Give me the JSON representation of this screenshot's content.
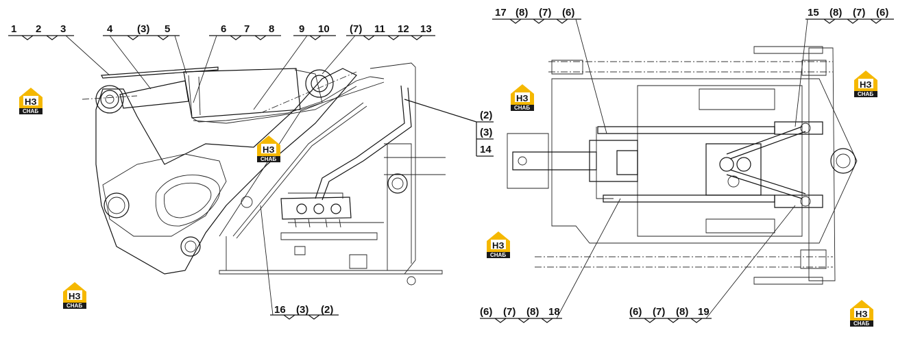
{
  "left_view": {
    "top_labels": [
      {
        "text": "1"
      },
      {
        "text": "2"
      },
      {
        "text": "3"
      },
      {
        "text": "4"
      },
      {
        "text": "(3)"
      },
      {
        "text": "5"
      },
      {
        "text": "6"
      },
      {
        "text": "7"
      },
      {
        "text": "8"
      },
      {
        "text": "9"
      },
      {
        "text": "10"
      },
      {
        "text": "(7)"
      },
      {
        "text": "11"
      },
      {
        "text": "12"
      },
      {
        "text": "13"
      }
    ],
    "right_labels": [
      {
        "text": "(2)"
      },
      {
        "text": "(3)"
      },
      {
        "text": "14"
      }
    ],
    "bottom_labels": [
      {
        "text": "16"
      },
      {
        "text": "(3)"
      },
      {
        "text": "(2)"
      }
    ]
  },
  "right_view": {
    "top_left_labels": [
      {
        "text": "17"
      },
      {
        "text": "(8)"
      },
      {
        "text": "(7)"
      },
      {
        "text": "(6)"
      }
    ],
    "top_right_labels": [
      {
        "text": "15"
      },
      {
        "text": "(8)"
      },
      {
        "text": "(7)"
      },
      {
        "text": "(6)"
      }
    ],
    "bottom_left_labels": [
      {
        "text": "(6)"
      },
      {
        "text": "(7)"
      },
      {
        "text": "(8)"
      },
      {
        "text": "18"
      }
    ],
    "bottom_right_labels": [
      {
        "text": "(6)"
      },
      {
        "text": "(7)"
      },
      {
        "text": "(8)"
      },
      {
        "text": "19"
      }
    ]
  },
  "watermark": {
    "top": "НЗ",
    "bottom": "СНАБ",
    "accent_color": "#f5b800",
    "icon": "house-logo-icon"
  }
}
